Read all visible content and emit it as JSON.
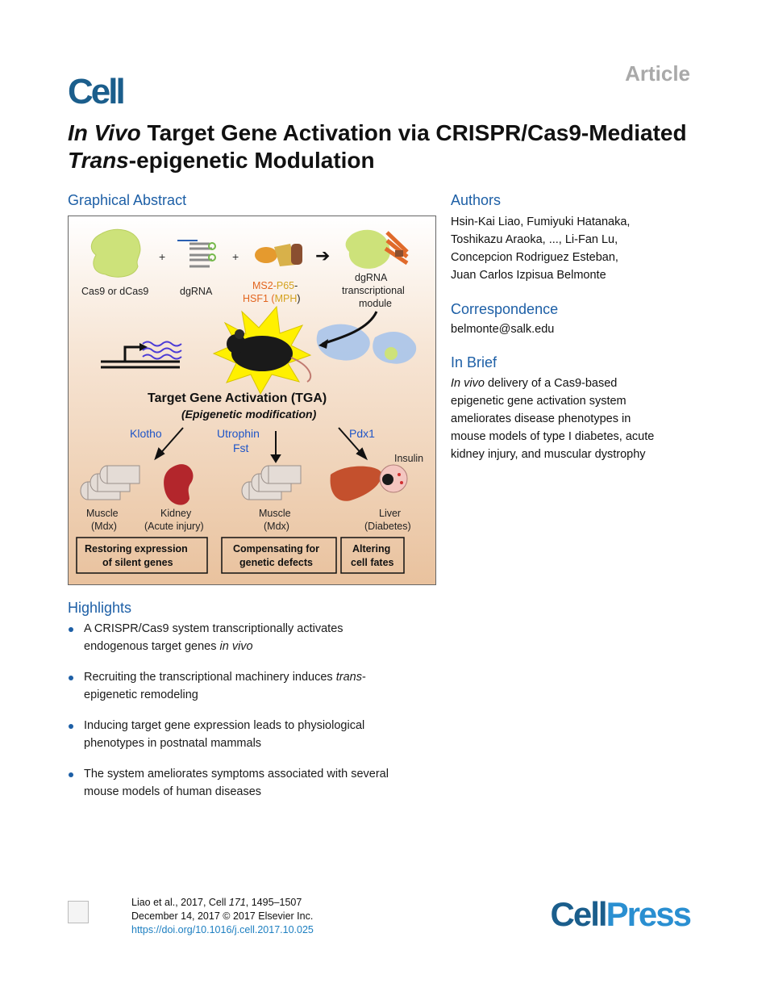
{
  "header": {
    "journal": "Cell",
    "article_type": "Article"
  },
  "title": {
    "part1_italic": "In Vivo",
    "part2": " Target Gene Activation via CRISPR/Cas9-Mediated ",
    "part3_italic": "Trans",
    "part4": "-epigenetic Modulation"
  },
  "graphical_abstract": {
    "heading": "Graphical Abstract",
    "plus": "+",
    "components": {
      "cas9": "Cas9 or dCas9",
      "dgrna": "dgRNA",
      "mph_ms2": "MS2-",
      "mph_p65": "P65",
      "mph_dash": "-",
      "mph_hsf1": "HSF1 (",
      "mph_abbr": "MPH",
      "mph_close": ")",
      "module_line1": "dgRNA",
      "module_line2": "transcriptional",
      "module_line3": "module"
    },
    "tga_title": "Target Gene Activation (TGA)",
    "tga_subtitle": "(Epigenetic modification)",
    "genes": {
      "left": "Klotho",
      "mid_line1": "Utrophin",
      "mid_line2": "Fst",
      "right": "Pdx1",
      "insulin": "Insulin"
    },
    "organs": {
      "muscle1_line1": "Muscle",
      "muscle1_line2": "(Mdx)",
      "kidney_line1": "Kidney",
      "kidney_line2": "(Acute injury)",
      "muscle2_line1": "Muscle",
      "muscle2_line2": "(Mdx)",
      "liver_line1": "Liver",
      "liver_line2": "(Diabetes)"
    },
    "outcomes": {
      "box1_line1": "Restoring expression",
      "box1_line2": "of silent genes",
      "box2_line1": "Compensating for",
      "box2_line2": "genetic defects",
      "box3_line1": "Altering",
      "box3_line2": "cell fates"
    },
    "colors": {
      "gene_blue": "#1f55c7",
      "ms2_orange": "#e2651f",
      "p65_yellow": "#d4a21e",
      "kidney": "#b3262c",
      "liver": "#c4502d",
      "burst": "#fff000"
    }
  },
  "authors": {
    "heading": "Authors",
    "lines": [
      "Hsin-Kai Liao, Fumiyuki Hatanaka,",
      "Toshikazu Araoka, ..., Li-Fan Lu,",
      "Concepcion Rodriguez Esteban,",
      "Juan Carlos Izpisua Belmonte"
    ]
  },
  "correspondence": {
    "heading": "Correspondence",
    "email": "belmonte@salk.edu"
  },
  "in_brief": {
    "heading": "In Brief",
    "italic_start": "In vivo",
    "lines": [
      " delivery of a Cas9-based",
      "epigenetic gene activation system",
      "ameliorates disease phenotypes in",
      "mouse models of type I diabetes, acute",
      "kidney injury, and muscular dystrophy"
    ]
  },
  "highlights": {
    "heading": "Highlights",
    "items": [
      {
        "line1": "A CRISPR/Cas9 system transcriptionally activates",
        "line2_pre": "endogenous target genes ",
        "line2_italic": "in vivo",
        "line2_post": ""
      },
      {
        "line1_pre": "Recruiting the transcriptional machinery induces ",
        "line1_italic": "trans",
        "line1_post": "-",
        "line2": "epigenetic remodeling"
      },
      {
        "line1": "Inducing target gene expression leads to physiological",
        "line2": "phenotypes in postnatal mammals"
      },
      {
        "line1": "The system ameliorates symptoms associated with several",
        "line2": "mouse models of human diseases"
      }
    ]
  },
  "citation": {
    "line1_pre": "Liao et al., 2017, Cell ",
    "volume": "171",
    "line1_post": ", 1495–1507",
    "line2": "December 14, 2017 © 2017 Elsevier Inc.",
    "doi": "https://doi.org/10.1016/j.cell.2017.10.025"
  },
  "footer": {
    "publisher_part1": "Cell",
    "publisher_part2": "Press"
  }
}
